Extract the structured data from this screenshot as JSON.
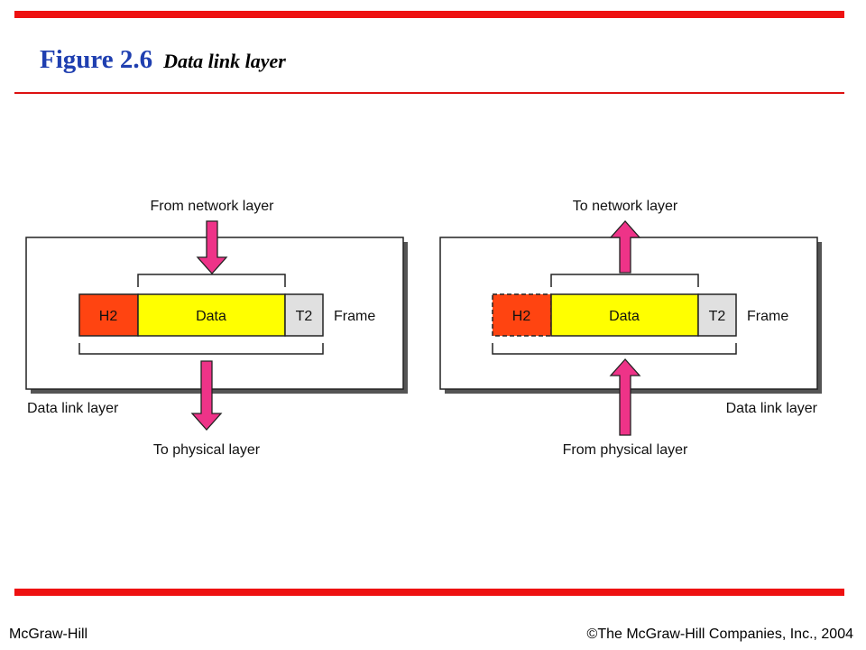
{
  "title": {
    "figure": "Figure 2.6",
    "caption": "Data link layer"
  },
  "footer": {
    "left": "McGraw-Hill",
    "right": "©The McGraw-Hill Companies, Inc., 2004"
  },
  "colors": {
    "accent_red": "#ee1111",
    "title_blue": "#1f3fb0",
    "header": "#ff4411",
    "data": "#ffff00",
    "trailer": "#e0e0e0",
    "arrow": "#ee3388"
  },
  "sender": {
    "top_label": "From network layer",
    "bottom_label": "To physical layer",
    "box_label": "Data link layer",
    "header": "H2",
    "data": "Data",
    "trailer": "T2",
    "frame_label": "Frame"
  },
  "receiver": {
    "top_label": "To network layer",
    "bottom_label": "From physical layer",
    "box_label": "Data link layer",
    "header": "H2",
    "data": "Data",
    "trailer": "T2",
    "frame_label": "Frame"
  }
}
